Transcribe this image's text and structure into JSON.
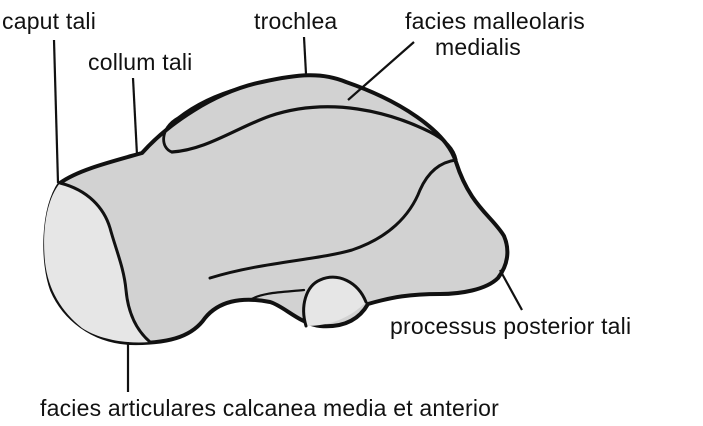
{
  "colors": {
    "bone_fill": "#d2d2d2",
    "surface_fill": "#e6e6e6",
    "outline": "#111111",
    "text": "#111111"
  },
  "labels": {
    "caput_tali": "caput tali",
    "trochlea": "trochlea",
    "facies_malleolaris": [
      "facies malleolaris",
      "medialis"
    ],
    "collum_tali": "collum tali",
    "processus_posterior_tali": "processus posterior tali",
    "facies_articulares": "facies articulares calcanea media et anterior"
  }
}
